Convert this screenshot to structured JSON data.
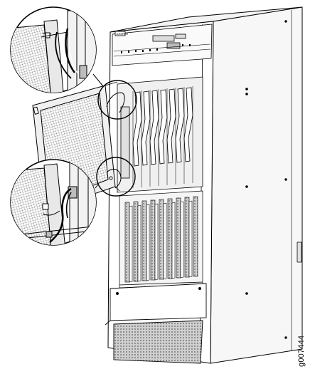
{
  "figure": {
    "id_label": "g007444",
    "subject": "chassis-with-open-front-door",
    "callouts": [
      {
        "name": "upper-callout-door-cable-detail"
      },
      {
        "name": "lower-callout-door-cable-detail"
      }
    ]
  },
  "colors": {
    "line": "#000000",
    "background": "#ffffff",
    "shade_light": "#e6e6e6",
    "shade_mid": "#bdbdbd",
    "shade_dark": "#8a8a8a"
  }
}
